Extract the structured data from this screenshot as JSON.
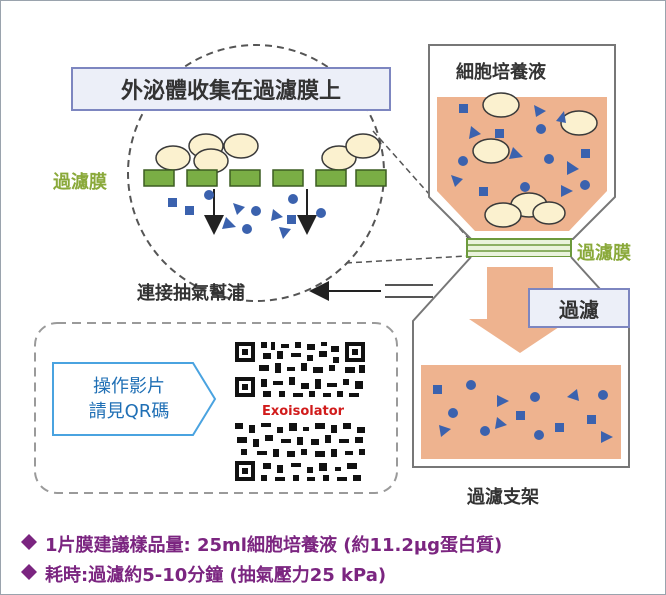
{
  "title_box": "外泌體收集在過濾膜上",
  "labels": {
    "membrane_left": "過濾膜",
    "membrane_right": "過濾膜",
    "culture_medium": "細胞培養液",
    "filter_action": "過濾",
    "pump": "連接抽氣幫浦",
    "holder": "過濾支架"
  },
  "callout": {
    "line1": "操作影片",
    "line2": "請見QR碼"
  },
  "qr": {
    "brand": "Exoisolator"
  },
  "notes": [
    "1片膜建議樣品量: 25ml細胞培養液 (約11.2μg蛋白質)",
    "耗時:過濾約5-10分鐘 (抽氣壓力25 kPa)"
  ],
  "colors": {
    "liquid": "#eeb38f",
    "particle": "#3b62ae",
    "vesicle_fill": "#fbf1cf",
    "membrane": "#7aae45",
    "accent_text": "#7b2580",
    "callout_blue": "#1f6fb5",
    "brand_red": "#d11b1b"
  },
  "icons": {
    "bullet": "diamond-bullet-icon",
    "pump_arrow": "arrow-left-icon",
    "flow_arrow": "arrow-down-icon"
  }
}
